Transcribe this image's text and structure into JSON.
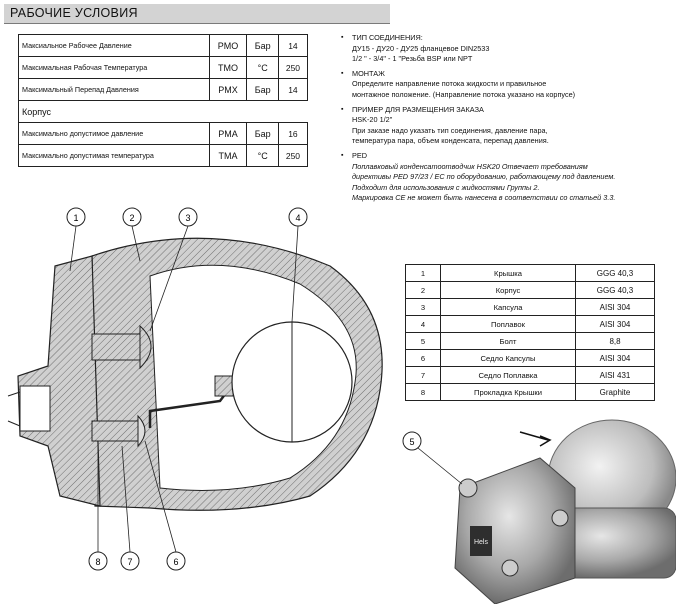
{
  "header": {
    "title": "РАБОЧИЕ УСЛОВИЯ"
  },
  "conditions": {
    "rows": [
      {
        "label": "Максиальное Рабочее Давление",
        "code": "PMO",
        "unit": "Бар",
        "value": "14"
      },
      {
        "label": "Максимальная Рабочая Температура",
        "code": "TMO",
        "unit": "°C",
        "value": "250"
      },
      {
        "label": "Максимальный Перепад Давления",
        "code": "PMX",
        "unit": "Бар",
        "value": "14"
      }
    ],
    "section_label": "Корпус",
    "body_rows": [
      {
        "label": "Максимально допустимое давление",
        "code": "PMA",
        "unit": "Бар",
        "value": "16"
      },
      {
        "label": "Максимально допустимая температура",
        "code": "TMA",
        "unit": "°C",
        "value": "250"
      }
    ]
  },
  "notes": {
    "connection": {
      "heading": "ТИП СОЕДИНЕНИЯ:",
      "line1": "ДУ15 - ДУ20 - ДУ25 фланцевое DIN2533",
      "line2": "1/2 \" - 3/4\" - 1 \"Резьба BSP или NPT"
    },
    "mounting": {
      "heading": "МОНТАЖ",
      "line1": "Определите направление потока жидкости и правильное",
      "line2": "монтажное положение. (Направление потока указано на корпусе)"
    },
    "order": {
      "heading": "ПРИМЕР ДЛЯ РАЗМЕЩЕНИЯ ЗАКАЗА",
      "line1": "HSK-20 1/2\"",
      "line2": "При заказе надо указать тип соединения, давление пара,",
      "line3": "температура пара,  объем конденсата, перепад давления."
    },
    "ped": {
      "heading": "PED",
      "line1": "Поплавковый конденсатоотводчик HSK20 Отвечает требованиям",
      "line2": "директивы PED 97/23 / EC по оборудованию, работающему под давлением.",
      "line3": "Подходит для использования с жидкостями Группы 2.",
      "line4": "Маркировка CE не может быть нанесена в соответствии со статьей 3.3."
    }
  },
  "parts": [
    {
      "num": "1",
      "name": "Крышка",
      "material": "GGG 40,3"
    },
    {
      "num": "2",
      "name": "Корпус",
      "material": "GGG 40,3"
    },
    {
      "num": "3",
      "name": "Капсула",
      "material": "AISI 304"
    },
    {
      "num": "4",
      "name": "Поплавок",
      "material": "AISI 304"
    },
    {
      "num": "5",
      "name": "Болт",
      "material": "8,8"
    },
    {
      "num": "6",
      "name": "Седло Капсулы",
      "material": "AISI 304"
    },
    {
      "num": "7",
      "name": "Седло Поплавка",
      "material": "AISI 431"
    },
    {
      "num": "8",
      "name": "Прокладка Крышки",
      "material": "Graphite"
    }
  ],
  "drawing": {
    "callouts": [
      "1",
      "2",
      "3",
      "4",
      "8",
      "7",
      "6"
    ],
    "photo_callout": "5",
    "photo_brand_text": "Hels"
  }
}
